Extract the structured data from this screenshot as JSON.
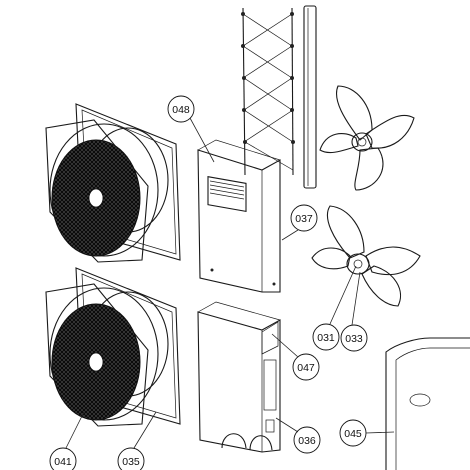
{
  "callouts": {
    "c048": "048",
    "c037": "037",
    "c031": "031",
    "c033": "033",
    "c047": "047",
    "c036": "036",
    "c045": "045",
    "c041": "041",
    "c035": "035"
  }
}
